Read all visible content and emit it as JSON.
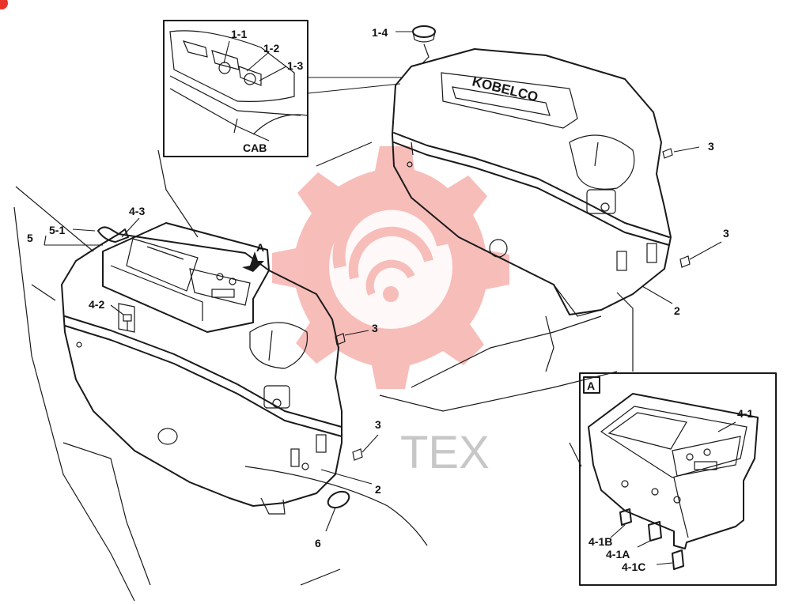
{
  "callouts": {
    "c1_1": "1-1",
    "c1_2": "1-2",
    "c1_3": "1-3",
    "c1_4": "1-4",
    "cab": "CAB",
    "c3_a": "3",
    "c3_b": "3",
    "c3_c": "3",
    "c3_d": "3",
    "c2_a": "2",
    "c2_b": "2",
    "c4_3": "4-3",
    "c5_1": "5-1",
    "c5": "5",
    "arrow_a": "A",
    "c4_2": "4-2",
    "c6": "6",
    "c4_1": "4-1",
    "c4_1b": "4-1B",
    "c4_1a": "4-1A",
    "c4_1c": "4-1C"
  },
  "detail_view": {
    "label": "A"
  },
  "brand_plate": "KOBELCO",
  "watermark": {
    "text": "TEX",
    "color": "#e8342a"
  }
}
